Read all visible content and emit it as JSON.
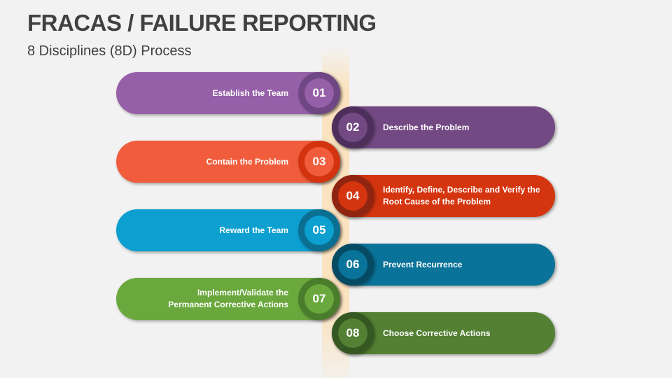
{
  "header": {
    "title": "FRACAS / FAILURE REPORTING",
    "subtitle": "8 Disciplines (8D) Process"
  },
  "steps": [
    {
      "number": "01",
      "label": "Establish the Team",
      "side": "left",
      "color": "#9660a8",
      "ring": "#6f4784"
    },
    {
      "number": "02",
      "label": "Describe the Problem",
      "side": "right",
      "color": "#734983",
      "ring": "#4e2f5c"
    },
    {
      "number": "03",
      "label": "Contain the Problem",
      "side": "left",
      "color": "#f05c3c",
      "ring": "#d4330f"
    },
    {
      "number": "04",
      "label": "Identify, Define, Describe and Verify the Root Cause of the Problem",
      "side": "right",
      "color": "#d4350f",
      "ring": "#8f2410"
    },
    {
      "number": "05",
      "label": "Reward the Team",
      "side": "left",
      "color": "#0c9fd0",
      "ring": "#0b6f92"
    },
    {
      "number": "06",
      "label": "Prevent Recurrence",
      "side": "right",
      "color": "#0a7399",
      "ring": "#054b64"
    },
    {
      "number": "07",
      "label": "Implement/Validate the Permanent Corrective Actions",
      "side": "left",
      "color": "#6aa83d",
      "ring": "#4a7d2b"
    },
    {
      "number": "08",
      "label": "Choose Corrective Actions",
      "side": "right",
      "color": "#538033",
      "ring": "#355722"
    }
  ]
}
